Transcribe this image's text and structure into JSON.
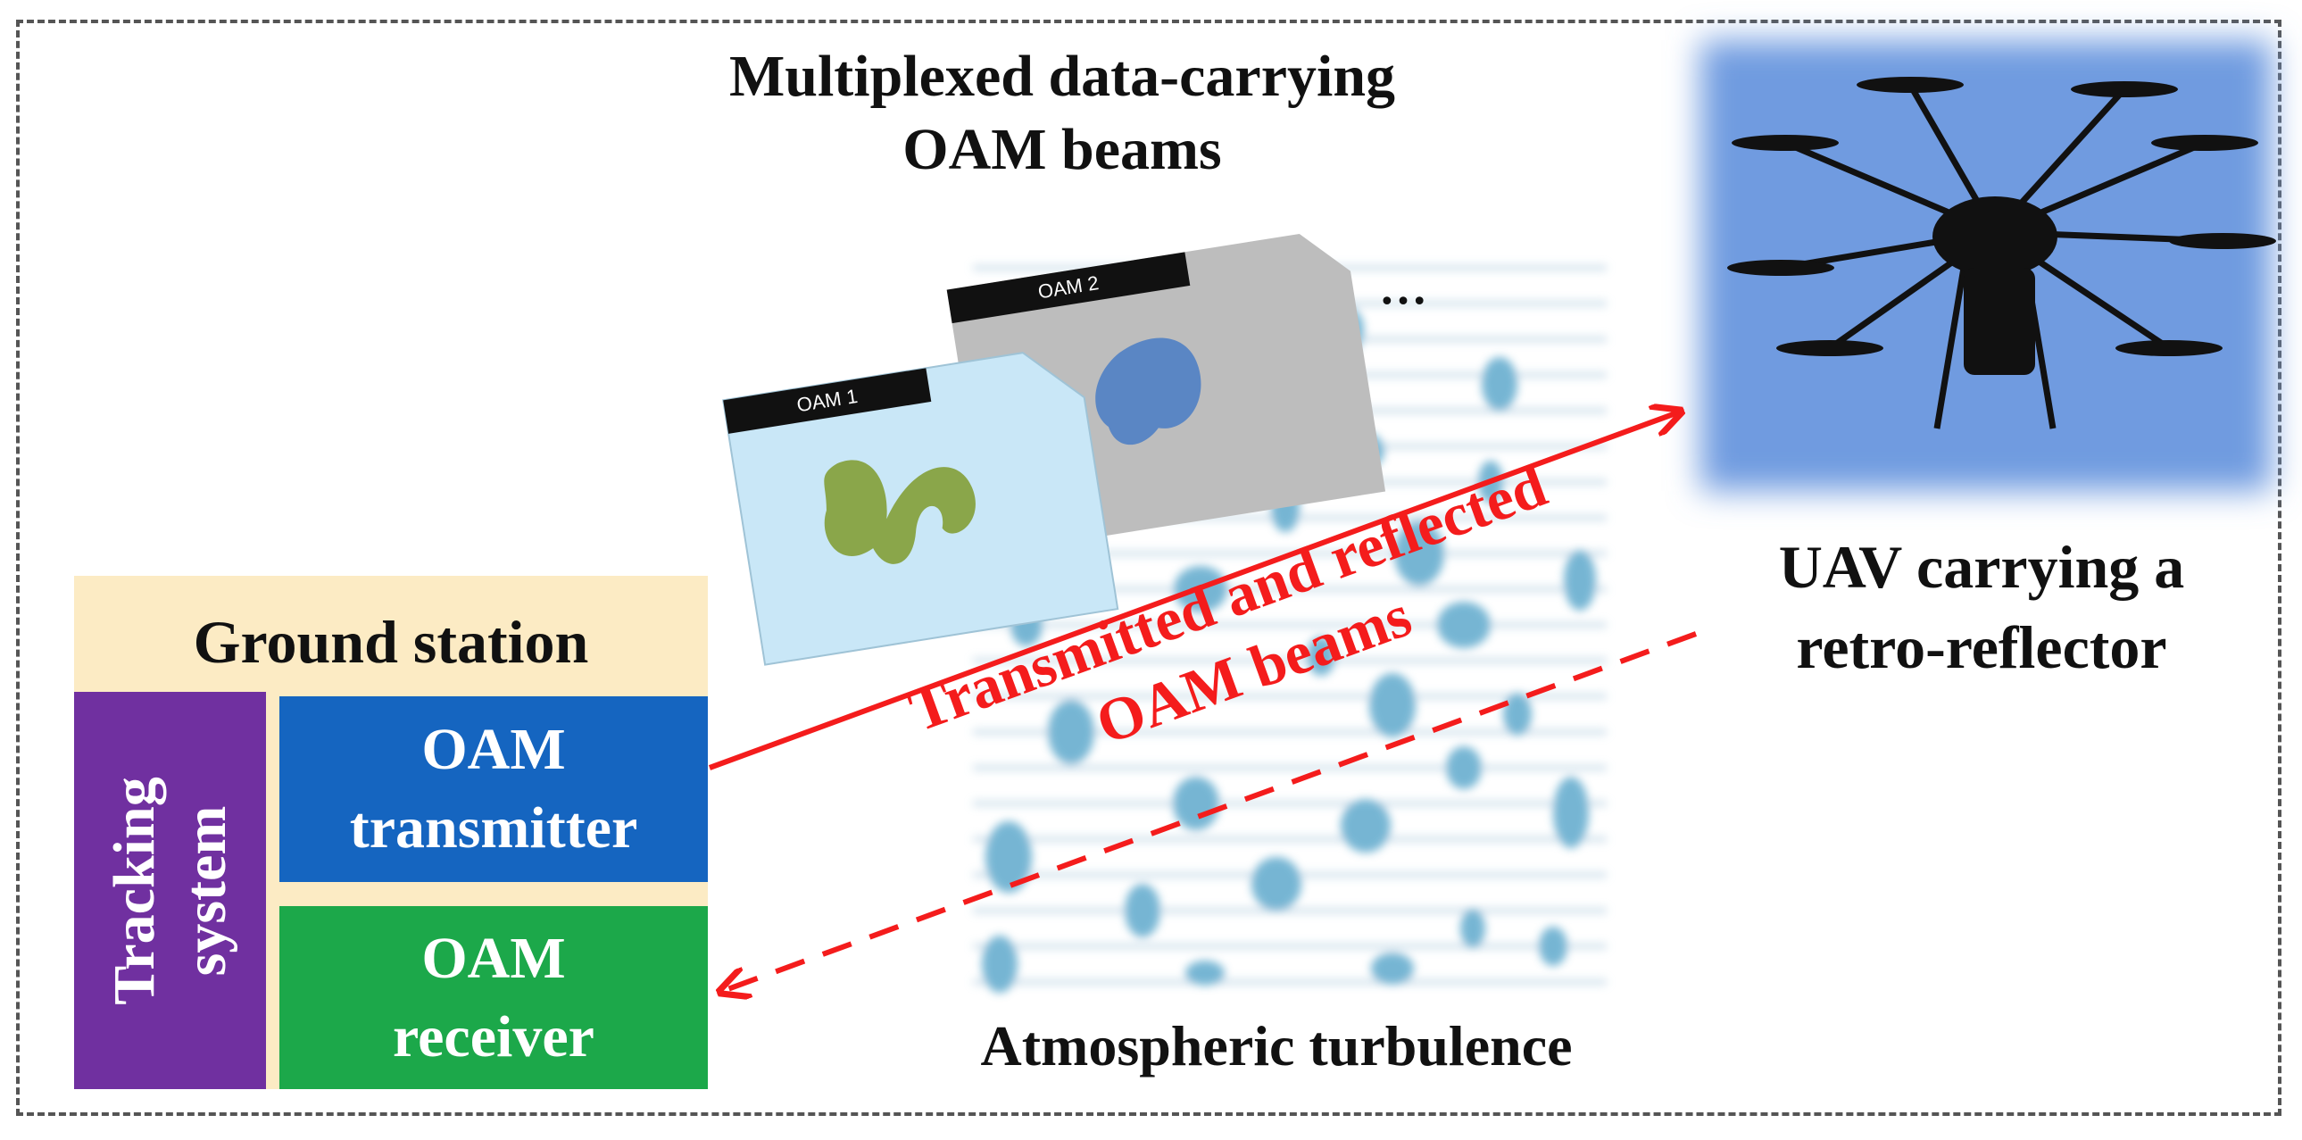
{
  "title": {
    "line1": "Multiplexed data-carrying",
    "line2": "OAM beams"
  },
  "oam_cards": [
    {
      "label": "OAM 1",
      "color": "#c9e7f7",
      "mode_color": "#8aa64a"
    },
    {
      "label": "OAM 2",
      "color": "#bdbdbd",
      "mode_color": "#4f7fc4"
    }
  ],
  "more_indicator": "…",
  "uav": {
    "line1": "UAV carrying a",
    "line2": "retro-reflector"
  },
  "beam_label": {
    "line1": "Transmitted and reflected",
    "line2": "OAM beams",
    "color": "#f41c1c"
  },
  "atmosphere_label": "Atmospheric turbulence",
  "ground_station": {
    "title": "Ground station",
    "tracking": {
      "line1": "Tracking",
      "line2": "system"
    },
    "transmitter": {
      "line1": "OAM",
      "line2": "transmitter"
    },
    "receiver": {
      "line1": "OAM",
      "line2": "receiver"
    }
  },
  "colors": {
    "tracking": "#7030a0",
    "transmitter": "#1565c0",
    "receiver": "#1ca84a",
    "station_bg": "#fcebc4",
    "turbulence": "#5fa9cc",
    "sky": "#6f9be0"
  }
}
